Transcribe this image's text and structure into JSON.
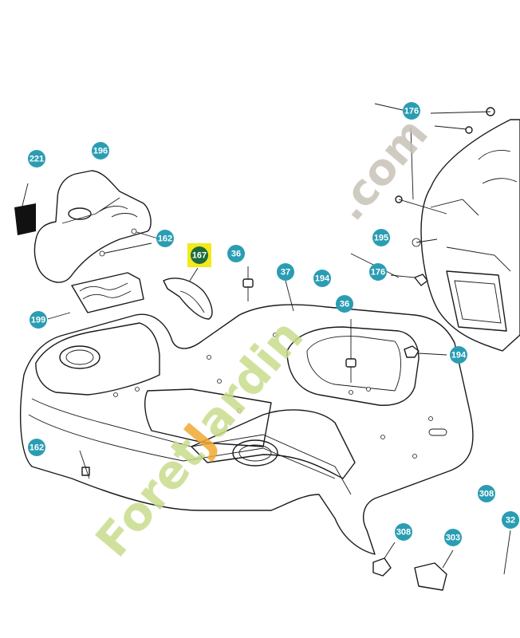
{
  "watermark": {
    "text_green": "Foret",
    "text_orange": "J",
    "text_green2": "ardin",
    "text_gray": ".com",
    "color_green": "#c8dc8c",
    "color_orange": "#f0a830",
    "color_gray": "#c8c2b8"
  },
  "colors": {
    "callout": "#2a9db3",
    "highlight": "#f2ea1a",
    "line": "#1a1a1a"
  },
  "callouts": [
    {
      "id": "c221",
      "label": "221"
    },
    {
      "id": "c196",
      "label": "196"
    },
    {
      "id": "c162a",
      "label": "162"
    },
    {
      "id": "c167",
      "label": "167",
      "highlighted": true
    },
    {
      "id": "c36a",
      "label": "36"
    },
    {
      "id": "c37",
      "label": "37"
    },
    {
      "id": "c194a",
      "label": "194"
    },
    {
      "id": "c176a",
      "label": "176"
    },
    {
      "id": "c195",
      "label": "195"
    },
    {
      "id": "c176b",
      "label": "176"
    },
    {
      "id": "c36b",
      "label": "36"
    },
    {
      "id": "c194b",
      "label": "194"
    },
    {
      "id": "c199",
      "label": "199"
    },
    {
      "id": "c162b",
      "label": "162"
    },
    {
      "id": "c308a",
      "label": "308"
    },
    {
      "id": "c32",
      "label": "32"
    },
    {
      "id": "c308b",
      "label": "308"
    },
    {
      "id": "c303",
      "label": "303"
    }
  ]
}
